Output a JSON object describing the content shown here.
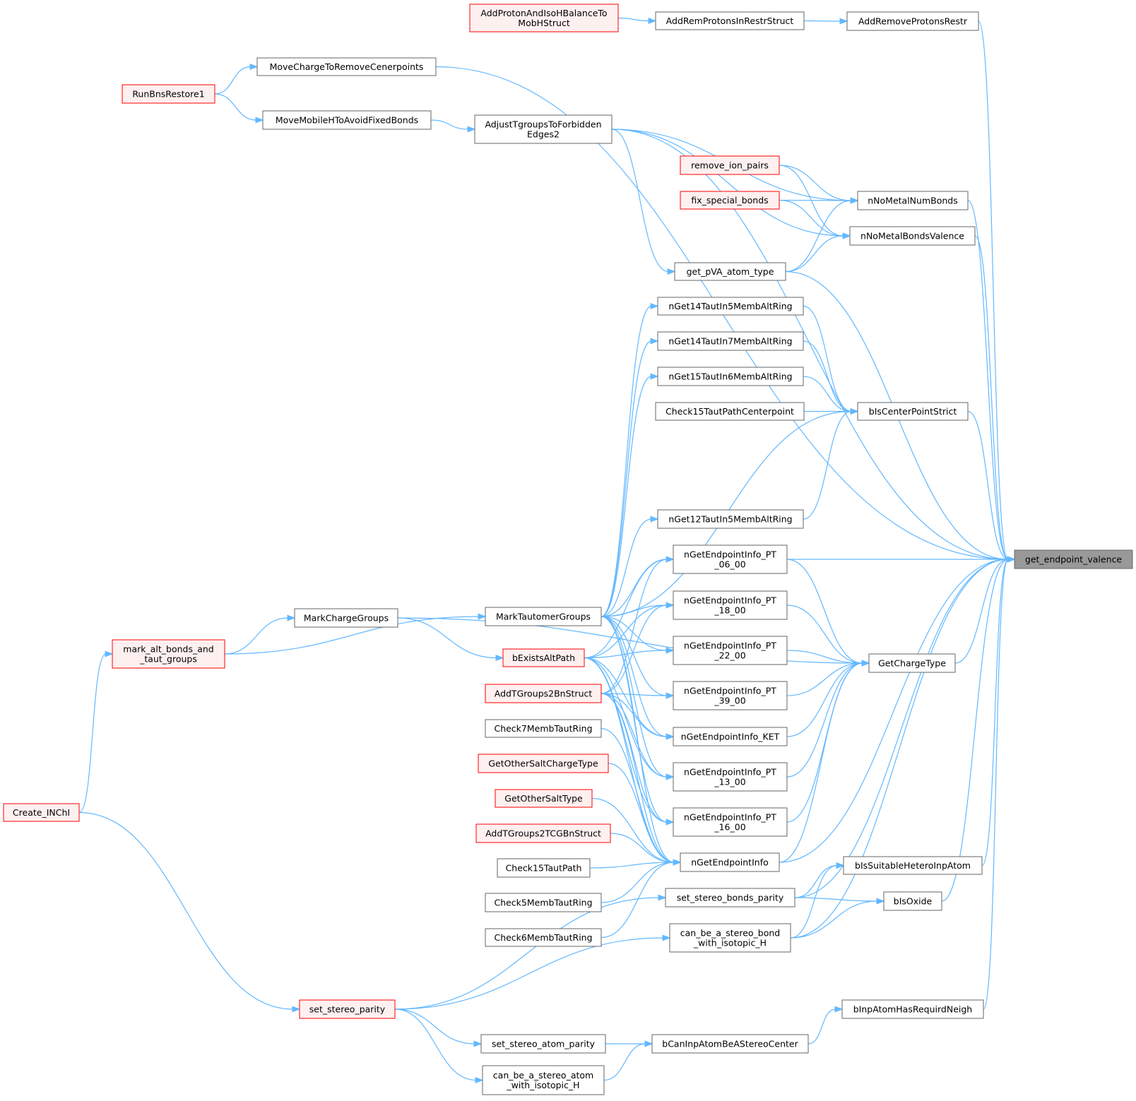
{
  "colors": {
    "edge": "#63b8ff",
    "node_border": "#666666",
    "node_fill": "#ffffff",
    "truncated_border": "#ff0000",
    "truncated_fill": "#fff0f0",
    "root_fill": "#999999",
    "root_border": "#666666",
    "text": "#000000"
  },
  "nodes": [
    {
      "id": "root",
      "lines": [
        "get_endpoint_valence"
      ],
      "style": "root"
    },
    {
      "id": "AddProtonAndIsoHBalanceToMobHStruct",
      "lines": [
        "AddProtonAndIsoHBalanceTo",
        "MobHStruct"
      ],
      "style": "truncated"
    },
    {
      "id": "AddRemProtonsInRestrStruct",
      "lines": [
        "AddRemProtonsInRestrStruct"
      ],
      "style": "normal"
    },
    {
      "id": "AddRemoveProtonsRestr",
      "lines": [
        "AddRemoveProtonsRestr"
      ],
      "style": "normal"
    },
    {
      "id": "MoveChargeToRemoveCenerpoints",
      "lines": [
        "MoveChargeToRemoveCenerpoints"
      ],
      "style": "normal"
    },
    {
      "id": "RunBnsRestore1",
      "lines": [
        "RunBnsRestore1"
      ],
      "style": "truncated"
    },
    {
      "id": "MoveMobileHToAvoidFixedBonds",
      "lines": [
        "MoveMobileHToAvoidFixedBonds"
      ],
      "style": "normal"
    },
    {
      "id": "AdjustTgroupsToForbiddenEdges2",
      "lines": [
        "AdjustTgroupsToForbidden",
        "Edges2"
      ],
      "style": "normal"
    },
    {
      "id": "remove_ion_pairs",
      "lines": [
        "remove_ion_pairs"
      ],
      "style": "truncated"
    },
    {
      "id": "fix_special_bonds",
      "lines": [
        "fix_special_bonds"
      ],
      "style": "truncated"
    },
    {
      "id": "nNoMetalNumBonds",
      "lines": [
        "nNoMetalNumBonds"
      ],
      "style": "normal"
    },
    {
      "id": "nNoMetalBondsValence",
      "lines": [
        "nNoMetalBondsValence"
      ],
      "style": "normal"
    },
    {
      "id": "get_pVA_atom_type",
      "lines": [
        "get_pVA_atom_type"
      ],
      "style": "normal"
    },
    {
      "id": "nGet14TautIn5MembAltRing",
      "lines": [
        "nGet14TautIn5MembAltRing"
      ],
      "style": "normal"
    },
    {
      "id": "nGet14TautIn7MembAltRing",
      "lines": [
        "nGet14TautIn7MembAltRing"
      ],
      "style": "normal"
    },
    {
      "id": "nGet15TautIn6MembAltRing",
      "lines": [
        "nGet15TautIn6MembAltRing"
      ],
      "style": "normal"
    },
    {
      "id": "Check15TautPathCenterpoint",
      "lines": [
        "Check15TautPathCenterpoint"
      ],
      "style": "normal"
    },
    {
      "id": "bIsCenterPointStrict",
      "lines": [
        "bIsCenterPointStrict"
      ],
      "style": "normal"
    },
    {
      "id": "nGet12TautIn5MembAltRing",
      "lines": [
        "nGet12TautIn5MembAltRing"
      ],
      "style": "normal"
    },
    {
      "id": "nGetEndpointInfo_PT_06_00",
      "lines": [
        "nGetEndpointInfo_PT",
        "_06_00"
      ],
      "style": "normal"
    },
    {
      "id": "nGetEndpointInfo_PT_18_00",
      "lines": [
        "nGetEndpointInfo_PT",
        "_18_00"
      ],
      "style": "normal"
    },
    {
      "id": "nGetEndpointInfo_PT_22_00",
      "lines": [
        "nGetEndpointInfo_PT",
        "_22_00"
      ],
      "style": "normal"
    },
    {
      "id": "nGetEndpointInfo_PT_39_00",
      "lines": [
        "nGetEndpointInfo_PT",
        "_39_00"
      ],
      "style": "normal"
    },
    {
      "id": "nGetEndpointInfo_KET",
      "lines": [
        "nGetEndpointInfo_KET"
      ],
      "style": "normal"
    },
    {
      "id": "nGetEndpointInfo_PT_13_00",
      "lines": [
        "nGetEndpointInfo_PT",
        "_13_00"
      ],
      "style": "normal"
    },
    {
      "id": "nGetEndpointInfo_PT_16_00",
      "lines": [
        "nGetEndpointInfo_PT",
        "_16_00"
      ],
      "style": "normal"
    },
    {
      "id": "nGetEndpointInfo",
      "lines": [
        "nGetEndpointInfo"
      ],
      "style": "normal"
    },
    {
      "id": "GetChargeType",
      "lines": [
        "GetChargeType"
      ],
      "style": "normal"
    },
    {
      "id": "MarkChargeGroups",
      "lines": [
        "MarkChargeGroups"
      ],
      "style": "normal"
    },
    {
      "id": "MarkTautomerGroups",
      "lines": [
        "MarkTautomerGroups"
      ],
      "style": "normal"
    },
    {
      "id": "mark_alt_bonds_and_taut_groups",
      "lines": [
        "mark_alt_bonds_and",
        "_taut_groups"
      ],
      "style": "truncated"
    },
    {
      "id": "bExistsAltPath",
      "lines": [
        "bExistsAltPath"
      ],
      "style": "truncated"
    },
    {
      "id": "AddTGroups2BnStruct",
      "lines": [
        "AddTGroups2BnStruct"
      ],
      "style": "truncated"
    },
    {
      "id": "Check7MembTautRing",
      "lines": [
        "Check7MembTautRing"
      ],
      "style": "normal"
    },
    {
      "id": "GetOtherSaltChargeType",
      "lines": [
        "GetOtherSaltChargeType"
      ],
      "style": "truncated"
    },
    {
      "id": "GetOtherSaltType",
      "lines": [
        "GetOtherSaltType"
      ],
      "style": "truncated"
    },
    {
      "id": "AddTGroups2TCGBnStruct",
      "lines": [
        "AddTGroups2TCGBnStruct"
      ],
      "style": "truncated"
    },
    {
      "id": "Check15TautPath",
      "lines": [
        "Check15TautPath"
      ],
      "style": "normal"
    },
    {
      "id": "Check5MembTautRing",
      "lines": [
        "Check5MembTautRing"
      ],
      "style": "normal"
    },
    {
      "id": "Check6MembTautRing",
      "lines": [
        "Check6MembTautRing"
      ],
      "style": "normal"
    },
    {
      "id": "Create_INChI",
      "lines": [
        "Create_INChI"
      ],
      "style": "truncated"
    },
    {
      "id": "bIsSuitableHeteroInpAtom",
      "lines": [
        "bIsSuitableHeteroInpAtom"
      ],
      "style": "normal"
    },
    {
      "id": "bIsOxide",
      "lines": [
        "bIsOxide"
      ],
      "style": "normal"
    },
    {
      "id": "set_stereo_bonds_parity",
      "lines": [
        "set_stereo_bonds_parity"
      ],
      "style": "normal"
    },
    {
      "id": "can_be_a_stereo_bond_with_isotopic_H",
      "lines": [
        "can_be_a_stereo_bond",
        "_with_isotopic_H"
      ],
      "style": "normal"
    },
    {
      "id": "set_stereo_parity",
      "lines": [
        "set_stereo_parity"
      ],
      "style": "truncated"
    },
    {
      "id": "bInpAtomHasRequirdNeigh",
      "lines": [
        "bInpAtomHasRequirdNeigh"
      ],
      "style": "normal"
    },
    {
      "id": "bCanInpAtomBeAStereoCenter",
      "lines": [
        "bCanInpAtomBeAStereoCenter"
      ],
      "style": "normal"
    },
    {
      "id": "set_stereo_atom_parity",
      "lines": [
        "set_stereo_atom_parity"
      ],
      "style": "normal"
    },
    {
      "id": "can_be_a_stereo_atom_with_isotopic_H",
      "lines": [
        "can_be_a_stereo_atom",
        "_with_isotopic_H"
      ],
      "style": "normal"
    }
  ],
  "edges": [
    [
      "AddProtonAndIsoHBalanceToMobHStruct",
      "AddRemProtonsInRestrStruct"
    ],
    [
      "AddRemProtonsInRestrStruct",
      "AddRemoveProtonsRestr"
    ],
    [
      "AddRemoveProtonsRestr",
      "root"
    ],
    [
      "RunBnsRestore1",
      "MoveChargeToRemoveCenerpoints"
    ],
    [
      "RunBnsRestore1",
      "MoveMobileHToAvoidFixedBonds"
    ],
    [
      "MoveChargeToRemoveCenerpoints",
      "root"
    ],
    [
      "MoveMobileHToAvoidFixedBonds",
      "AdjustTgroupsToForbiddenEdges2"
    ],
    [
      "AdjustTgroupsToForbiddenEdges2",
      "root"
    ],
    [
      "AdjustTgroupsToForbiddenEdges2",
      "nNoMetalNumBonds"
    ],
    [
      "AdjustTgroupsToForbiddenEdges2",
      "nNoMetalBondsValence"
    ],
    [
      "AdjustTgroupsToForbiddenEdges2",
      "get_pVA_atom_type"
    ],
    [
      "remove_ion_pairs",
      "nNoMetalNumBonds"
    ],
    [
      "remove_ion_pairs",
      "nNoMetalBondsValence"
    ],
    [
      "fix_special_bonds",
      "nNoMetalNumBonds"
    ],
    [
      "fix_special_bonds",
      "nNoMetalBondsValence"
    ],
    [
      "get_pVA_atom_type",
      "nNoMetalNumBonds"
    ],
    [
      "get_pVA_atom_type",
      "nNoMetalBondsValence"
    ],
    [
      "nNoMetalNumBonds",
      "root"
    ],
    [
      "nNoMetalBondsValence",
      "root"
    ],
    [
      "get_pVA_atom_type",
      "root"
    ],
    [
      "nGet14TautIn5MembAltRing",
      "bIsCenterPointStrict"
    ],
    [
      "nGet14TautIn7MembAltRing",
      "bIsCenterPointStrict"
    ],
    [
      "nGet15TautIn6MembAltRing",
      "bIsCenterPointStrict"
    ],
    [
      "Check15TautPathCenterpoint",
      "bIsCenterPointStrict"
    ],
    [
      "nGet12TautIn5MembAltRing",
      "bIsCenterPointStrict"
    ],
    [
      "MarkTautomerGroups",
      "bIsCenterPointStrict"
    ],
    [
      "bIsCenterPointStrict",
      "root"
    ],
    [
      "MarkTautomerGroups",
      "nGet14TautIn5MembAltRing"
    ],
    [
      "MarkTautomerGroups",
      "nGet14TautIn7MembAltRing"
    ],
    [
      "MarkTautomerGroups",
      "nGet15TautIn6MembAltRing"
    ],
    [
      "MarkTautomerGroups",
      "nGet12TautIn5MembAltRing"
    ],
    [
      "MarkTautomerGroups",
      "nGetEndpointInfo_PT_06_00"
    ],
    [
      "MarkTautomerGroups",
      "nGetEndpointInfo_PT_18_00"
    ],
    [
      "MarkTautomerGroups",
      "nGetEndpointInfo_PT_22_00"
    ],
    [
      "MarkTautomerGroups",
      "nGetEndpointInfo_PT_39_00"
    ],
    [
      "MarkTautomerGroups",
      "nGetEndpointInfo_KET"
    ],
    [
      "MarkTautomerGroups",
      "nGetEndpointInfo_PT_13_00"
    ],
    [
      "MarkTautomerGroups",
      "nGetEndpointInfo_PT_16_00"
    ],
    [
      "MarkTautomerGroups",
      "nGetEndpointInfo"
    ],
    [
      "bExistsAltPath",
      "nGetEndpointInfo_PT_06_00"
    ],
    [
      "bExistsAltPath",
      "nGetEndpointInfo_PT_18_00"
    ],
    [
      "bExistsAltPath",
      "nGetEndpointInfo_PT_22_00"
    ],
    [
      "bExistsAltPath",
      "nGetEndpointInfo_KET"
    ],
    [
      "bExistsAltPath",
      "nGetEndpointInfo_PT_13_00"
    ],
    [
      "bExistsAltPath",
      "nGetEndpointInfo_PT_16_00"
    ],
    [
      "bExistsAltPath",
      "nGetEndpointInfo"
    ],
    [
      "AddTGroups2BnStruct",
      "nGetEndpointInfo_PT_06_00"
    ],
    [
      "AddTGroups2BnStruct",
      "nGetEndpointInfo_PT_18_00"
    ],
    [
      "AddTGroups2BnStruct",
      "nGetEndpointInfo_PT_39_00"
    ],
    [
      "AddTGroups2BnStruct",
      "nGetEndpointInfo_KET"
    ],
    [
      "AddTGroups2BnStruct",
      "nGetEndpointInfo_PT_13_00"
    ],
    [
      "AddTGroups2BnStruct",
      "nGetEndpointInfo_PT_16_00"
    ],
    [
      "AddTGroups2BnStruct",
      "nGetEndpointInfo"
    ],
    [
      "Check7MembTautRing",
      "nGetEndpointInfo"
    ],
    [
      "GetOtherSaltChargeType",
      "nGetEndpointInfo"
    ],
    [
      "GetOtherSaltType",
      "nGetEndpointInfo"
    ],
    [
      "AddTGroups2TCGBnStruct",
      "nGetEndpointInfo"
    ],
    [
      "Check15TautPath",
      "nGetEndpointInfo"
    ],
    [
      "Check5MembTautRing",
      "nGetEndpointInfo"
    ],
    [
      "Check6MembTautRing",
      "nGetEndpointInfo"
    ],
    [
      "nGetEndpointInfo_PT_06_00",
      "root"
    ],
    [
      "nGetEndpointInfo_PT_06_00",
      "GetChargeType"
    ],
    [
      "nGetEndpointInfo_PT_18_00",
      "GetChargeType"
    ],
    [
      "nGetEndpointInfo_PT_22_00",
      "GetChargeType"
    ],
    [
      "nGetEndpointInfo_PT_39_00",
      "GetChargeType"
    ],
    [
      "nGetEndpointInfo_KET",
      "GetChargeType"
    ],
    [
      "nGetEndpointInfo_PT_13_00",
      "GetChargeType"
    ],
    [
      "nGetEndpointInfo_PT_16_00",
      "GetChargeType"
    ],
    [
      "nGetEndpointInfo",
      "GetChargeType"
    ],
    [
      "MarkChargeGroups",
      "GetChargeType"
    ],
    [
      "nGetEndpointInfo",
      "root"
    ],
    [
      "GetChargeType",
      "root"
    ],
    [
      "mark_alt_bonds_and_taut_groups",
      "MarkChargeGroups"
    ],
    [
      "mark_alt_bonds_and_taut_groups",
      "MarkTautomerGroups"
    ],
    [
      "MarkChargeGroups",
      "bExistsAltPath"
    ],
    [
      "Create_INChI",
      "mark_alt_bonds_and_taut_groups"
    ],
    [
      "Create_INChI",
      "set_stereo_parity"
    ],
    [
      "bIsSuitableHeteroInpAtom",
      "root"
    ],
    [
      "bIsOxide",
      "root"
    ],
    [
      "set_stereo_bonds_parity",
      "root"
    ],
    [
      "set_stereo_bonds_parity",
      "bIsSuitableHeteroInpAtom"
    ],
    [
      "set_stereo_bonds_parity",
      "bIsOxide"
    ],
    [
      "can_be_a_stereo_bond_with_isotopic_H",
      "bIsSuitableHeteroInpAtom"
    ],
    [
      "can_be_a_stereo_bond_with_isotopic_H",
      "bIsOxide"
    ],
    [
      "can_be_a_stereo_bond_with_isotopic_H",
      "root"
    ],
    [
      "set_stereo_parity",
      "set_stereo_bonds_parity"
    ],
    [
      "set_stereo_parity",
      "can_be_a_stereo_bond_with_isotopic_H"
    ],
    [
      "set_stereo_parity",
      "set_stereo_atom_parity"
    ],
    [
      "set_stereo_parity",
      "can_be_a_stereo_atom_with_isotopic_H"
    ],
    [
      "bInpAtomHasRequirdNeigh",
      "root"
    ],
    [
      "bCanInpAtomBeAStereoCenter",
      "bInpAtomHasRequirdNeigh"
    ],
    [
      "set_stereo_atom_parity",
      "bCanInpAtomBeAStereoCenter"
    ],
    [
      "can_be_a_stereo_atom_with_isotopic_H",
      "bCanInpAtomBeAStereoCenter"
    ]
  ]
}
